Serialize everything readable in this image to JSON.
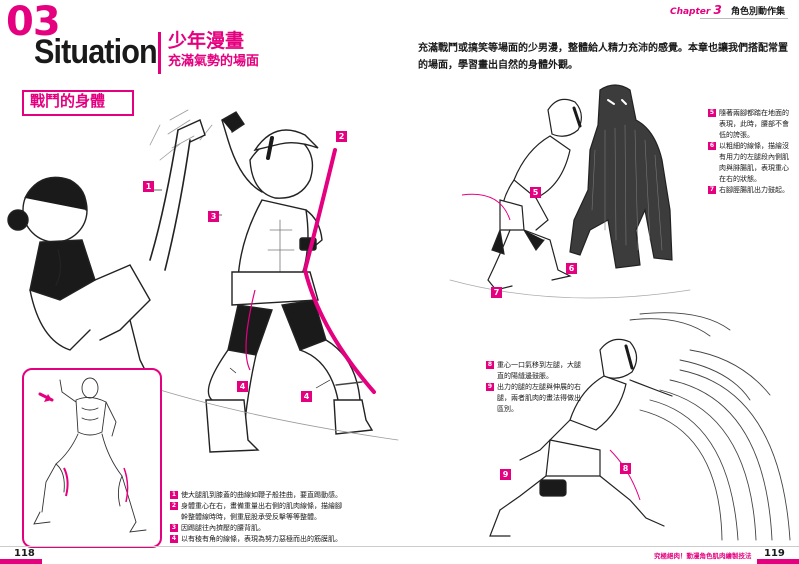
{
  "header": {
    "section_number": "03",
    "section_word": "Situation",
    "title_main": "少年漫畫",
    "title_sub": "充滿氣勢的場面",
    "intro": "充滿戰鬥或搞笑等場面的少男漫，整體給人精力充沛的感覺。本章也讓我們搭配常置的場面，學習畫出自然的身體外觀。",
    "chapter_prefix": "Chapter",
    "chapter_number": "3",
    "chapter_name": "角色別動作集"
  },
  "section_heading": "戰鬥的身體",
  "markers": {
    "m1": "1",
    "m2": "2",
    "m3": "3",
    "m4a": "4",
    "m4b": "4",
    "m5": "5",
    "m6": "6",
    "m7": "7",
    "m8": "8",
    "m9": "9"
  },
  "notes_left": [
    {
      "n": "1",
      "text": "使大腿肌到膝蓋的曲線如鞭子般挂曲，要直踢動感。"
    },
    {
      "n": "2",
      "text": "身體重心在右，畫備重量出右側的肌肉線條，描繪腳"
    },
    {
      "n": "",
      "text": "幹整體線時時，側重屁股承受反擊等等整體。"
    },
    {
      "n": "3",
      "text": "因踢腿往內擠壓的腰背肌。"
    },
    {
      "n": "4",
      "text": "以有稜有角的線條，表現為努力惡極而出的筋膜肌。"
    }
  ],
  "notes_right_top": [
    {
      "n": "5",
      "text": "隨著兩腳都踏在地面的表現，此時，腰部不會低的誇張。"
    },
    {
      "n": "6",
      "text": "以粗細的線條，描繪沒有用力的左腿段內側肌肉與腓腸肌，表現重心在右的狀態。"
    },
    {
      "n": "7",
      "text": "右腳脛腸肌出力鼓起。"
    }
  ],
  "notes_right_mid": [
    {
      "n": "8",
      "text": "重心一口氣移到左腿，大腿直的陽縫邊鼓脹。"
    },
    {
      "n": "9",
      "text": "出力的腿的左腿與伸展的右腿，兩者肌肉的畫法得做出區別。"
    }
  ],
  "footer": {
    "page_left": "118",
    "page_right": "119",
    "footer_text": "究極絕肉！動漫角色肌肉繪製技法"
  }
}
